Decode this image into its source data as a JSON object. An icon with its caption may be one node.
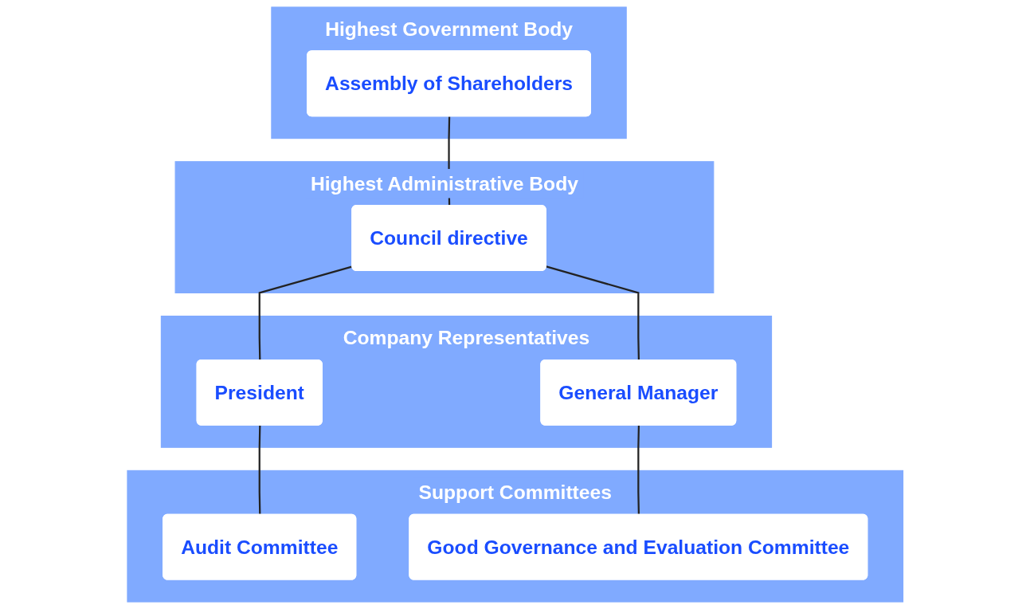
{
  "diagram": {
    "nodes": [
      {
        "text": [
          "Highest Government Body"
        ]
      },
      {
        "text": [
          "Assembly of Shareholders"
        ],
        "in": 0
      },
      {
        "text": [
          "Highest Administrative Body"
        ]
      },
      {
        "text": [
          "Council directive"
        ],
        "in": 2
      },
      {
        "text": [
          "Company Representatives"
        ]
      },
      {
        "text": [
          "President"
        ],
        "in": 4
      },
      {
        "text": [
          "General Manager"
        ],
        "in": 4
      },
      {
        "text": [
          "Support Committees"
        ]
      },
      {
        "text": [
          "Audit Committee"
        ],
        "in": 7
      },
      {
        "text": [
          "Good Governance and Evaluation Committee"
        ],
        "in": 7
      }
    ],
    "edges": [
      {
        "from": 1,
        "to": 3,
        "arrow": "none"
      },
      {
        "from": 3,
        "to": 5,
        "arrow": "none"
      },
      {
        "from": 3,
        "to": 6,
        "arrow": "none"
      },
      {
        "from": 5,
        "to": 8,
        "arrow": "none"
      },
      {
        "from": 6,
        "to": 9,
        "arrow": "none"
      }
    ]
  }
}
